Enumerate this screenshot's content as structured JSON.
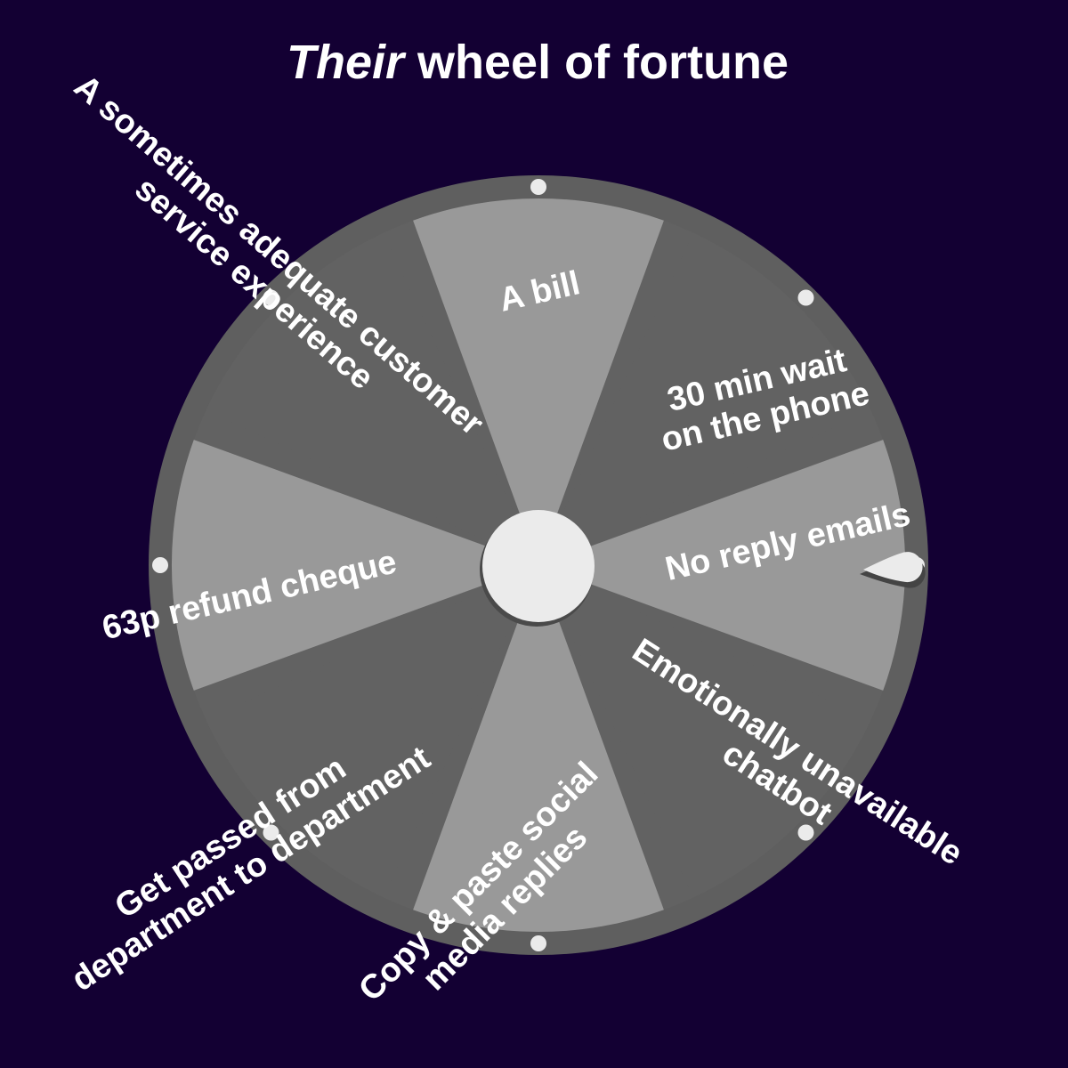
{
  "title": {
    "emphasis": "Their",
    "rest": " wheel of fortune"
  },
  "colors": {
    "background": "#130033",
    "rim": "#5f5f5f",
    "segment_light": "#999999",
    "segment_dark": "#626262",
    "hub": "#ebebeb",
    "peg": "#ebebeb",
    "text": "#ffffff"
  },
  "wheel": {
    "segments": [
      {
        "lines": [
          "A bill"
        ],
        "shade": "light"
      },
      {
        "lines": [
          "30 min wait",
          "on the phone"
        ],
        "shade": "dark"
      },
      {
        "lines": [
          "No reply emails"
        ],
        "shade": "light"
      },
      {
        "lines": [
          "Emotionally unavailable",
          "chatbot"
        ],
        "shade": "dark"
      },
      {
        "lines": [
          "Copy & paste social",
          "media replies"
        ],
        "shade": "light"
      },
      {
        "lines": [
          "Get passed from",
          "department to department"
        ],
        "shade": "dark"
      },
      {
        "lines": [
          "63p refund cheque"
        ],
        "shade": "light"
      },
      {
        "lines": [
          "A sometimes adequate customer",
          "service experience"
        ],
        "shade": "dark"
      }
    ],
    "peg_count": 8,
    "pointer": "teardrop-pointer"
  }
}
